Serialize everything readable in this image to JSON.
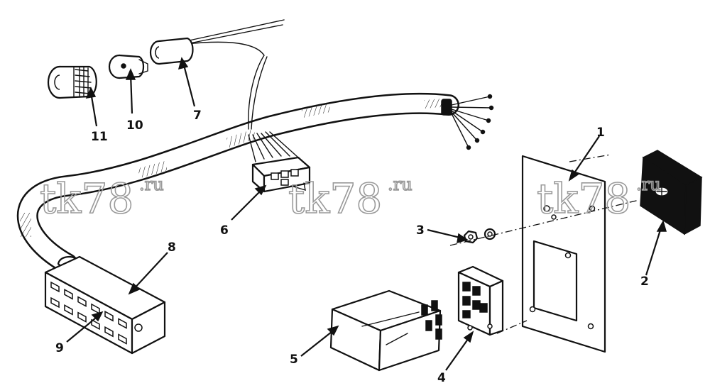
{
  "diagram": {
    "callouts": [
      {
        "id": "1",
        "text": "1"
      },
      {
        "id": "2",
        "text": "2"
      },
      {
        "id": "3",
        "text": "3"
      },
      {
        "id": "4",
        "text": "4"
      },
      {
        "id": "5",
        "text": "5"
      },
      {
        "id": "6",
        "text": "6"
      },
      {
        "id": "7",
        "text": "7"
      },
      {
        "id": "8",
        "text": "8"
      },
      {
        "id": "9",
        "text": "9"
      },
      {
        "id": "10",
        "text": "10"
      },
      {
        "id": "11",
        "text": "11"
      }
    ],
    "watermark": {
      "main": "tk78",
      "suffix": ".ru"
    },
    "colors": {
      "ink": "#111111",
      "watermark": "#9a9a9a",
      "background": "#ffffff"
    }
  }
}
